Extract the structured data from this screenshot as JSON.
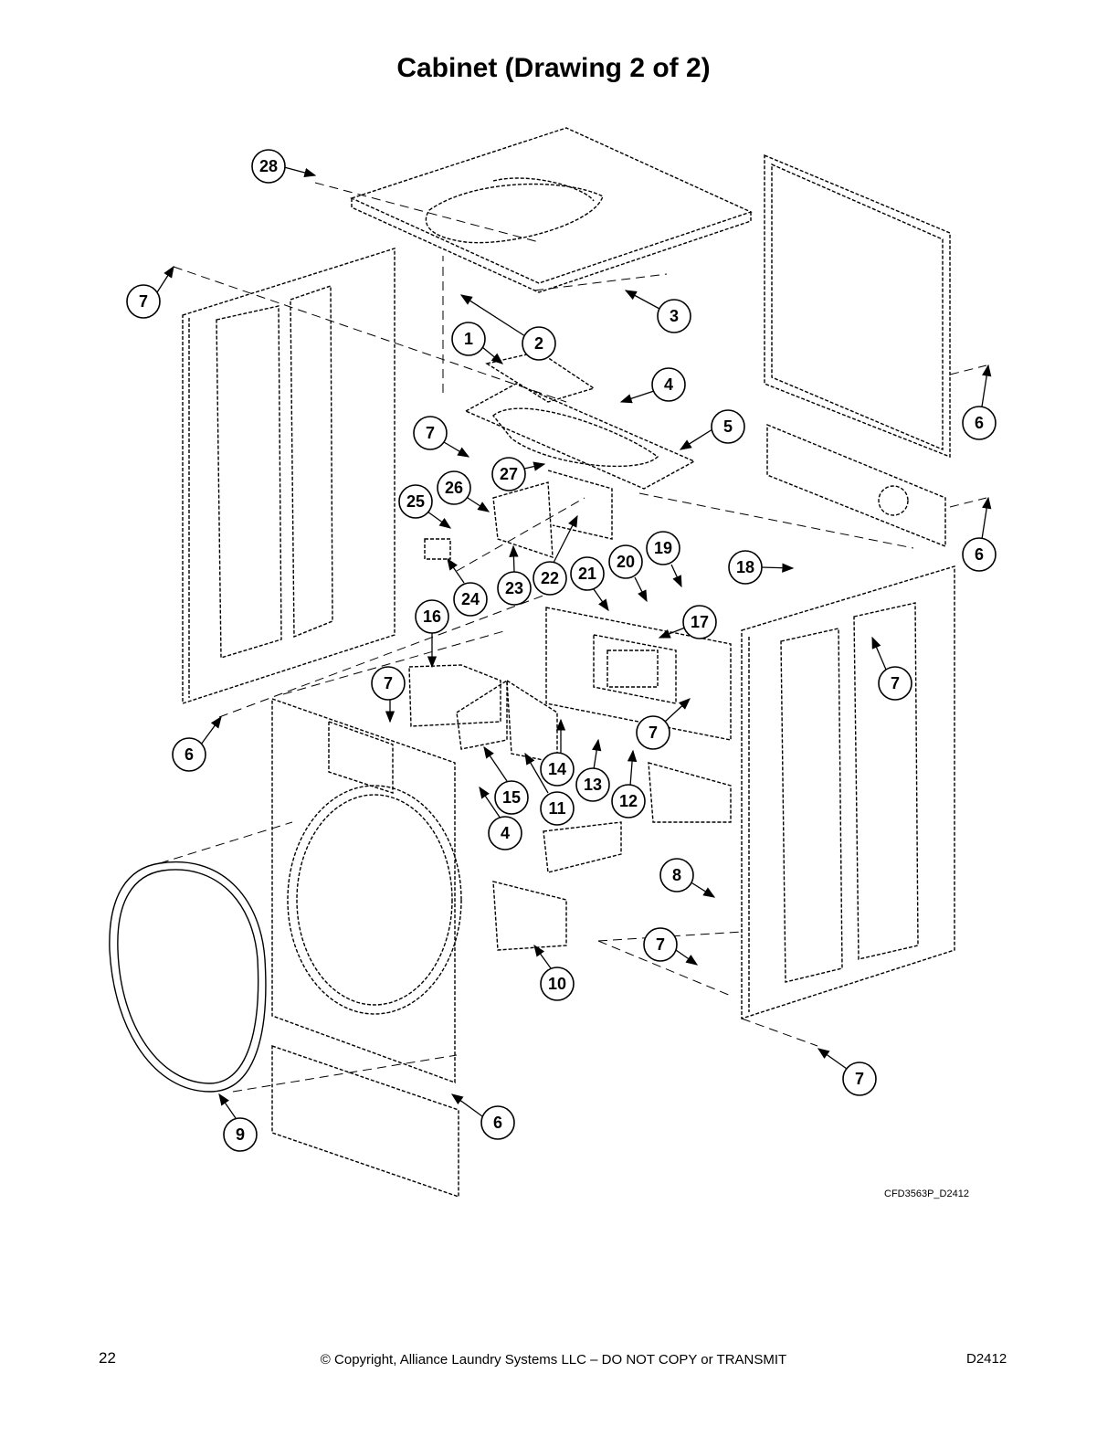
{
  "title": "Cabinet (Drawing 2 of 2)",
  "drawing_code": "CFD3563P_D2412",
  "footer": {
    "page_number": "22",
    "copyright": "© Copyright, Alliance Laundry Systems LLC – DO NOT COPY or TRANSMIT",
    "doc_code": "D2412"
  },
  "callouts": [
    "28",
    "7",
    "2",
    "3",
    "1",
    "4",
    "5",
    "6",
    "7",
    "27",
    "26",
    "25",
    "24",
    "23",
    "22",
    "21",
    "20",
    "19",
    "18",
    "6",
    "16",
    "17",
    "7",
    "7",
    "7",
    "6",
    "14",
    "15",
    "11",
    "13",
    "12",
    "4",
    "8",
    "7",
    "10",
    "7",
    "6",
    "9"
  ]
}
